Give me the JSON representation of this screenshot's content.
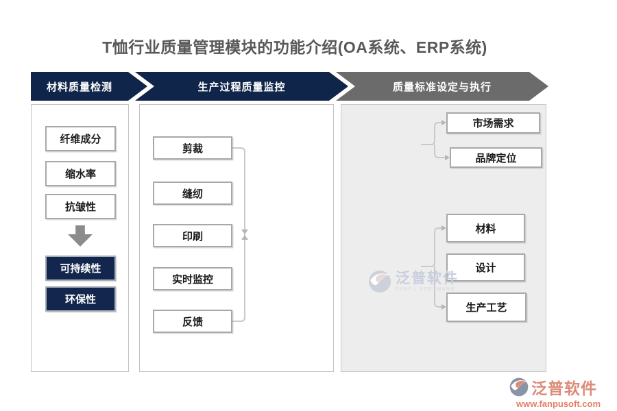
{
  "title": "T恤行业质量管理模块的功能介绍(OA系统、ERP系统)",
  "banners": [
    {
      "label": "材料质量检测"
    },
    {
      "label": "生产过程质量监控"
    },
    {
      "label": "质量标准设定与执行"
    }
  ],
  "col1": {
    "items": [
      "纤维成分",
      "缩水率",
      "抗皱性"
    ],
    "highlights": [
      "可持续性",
      "环保性"
    ]
  },
  "col2": {
    "items": [
      "剪裁",
      "缝纫",
      "印刷",
      "实时监控",
      "反馈"
    ]
  },
  "col3": {
    "top": [
      "市场需求",
      "品牌定位"
    ],
    "bottom": [
      "材料",
      "设计",
      "生产工艺"
    ]
  },
  "watermark": {
    "brand": "泛普软件",
    "sub": "FANPU SOFTWARE"
  },
  "footer": {
    "brand": "泛普软件",
    "url": "www.fanpusoft.com"
  },
  "colors": {
    "navy": "#10254a",
    "banner_gray": "#6b6b6b",
    "accent_salmon": "#e0826f"
  }
}
